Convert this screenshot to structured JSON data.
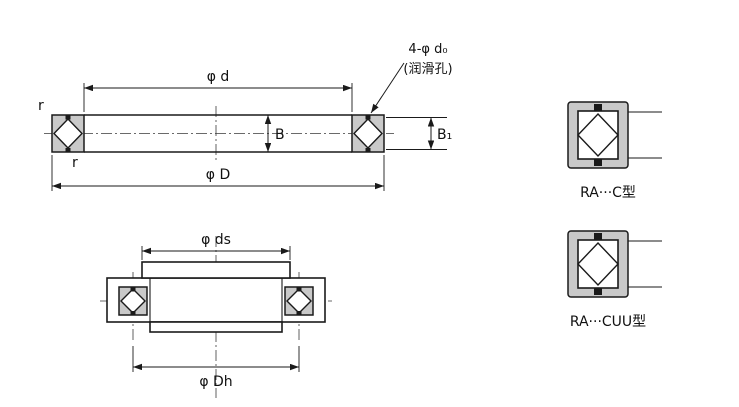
{
  "top_view": {
    "dim_inner_diameter": "φ d",
    "dim_outer_diameter": "φ D",
    "dim_width": "B",
    "dim_width_b1": "B₁",
    "radius_top": "r",
    "radius_bottom": "r",
    "lube_hole_callout": "4-φ d₀",
    "lube_hole_note": "(润滑孔)"
  },
  "mounting_view": {
    "dim_shaft_seat": "φ ds",
    "dim_housing_bore": "φ Dh"
  },
  "types": {
    "type_c": "RA···C型",
    "type_cuu": "RA···CUU型"
  }
}
